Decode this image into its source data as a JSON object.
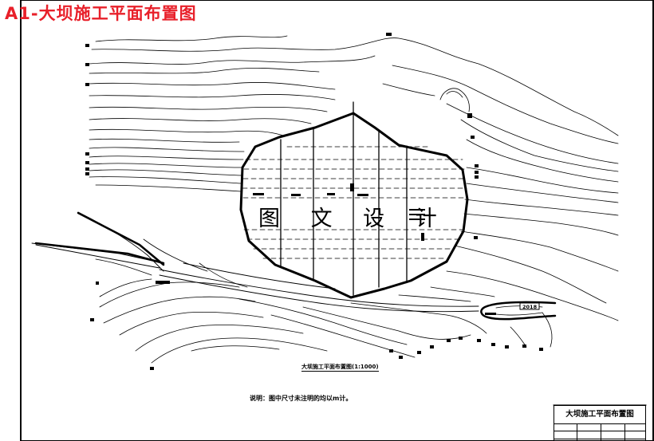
{
  "title": "A1-大坝施工平面布置图",
  "watermark": "图 文 设 计",
  "plan_caption": "大坝施工平面布置图(1:1000)",
  "note": "说明：图中尺寸未注明的均以m计。",
  "title_block": {
    "title": "大坝施工平面布置图"
  },
  "colors": {
    "title": "#e8202a",
    "lines": "#000000",
    "background": "#ffffff"
  }
}
